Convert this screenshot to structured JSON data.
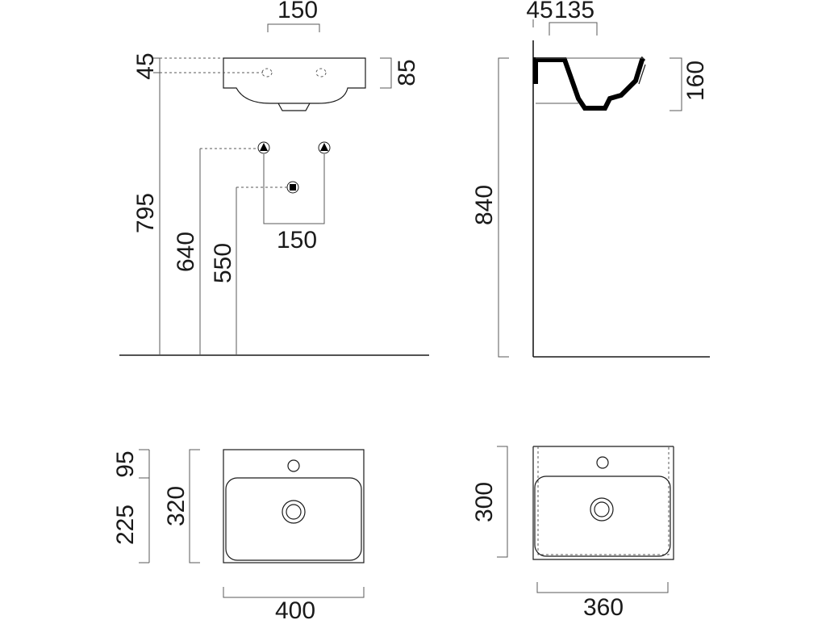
{
  "dimensions": {
    "front_tap_spacing": "150",
    "front_tap_height": "45",
    "front_basin_height": "85",
    "front_top_height": "795",
    "front_supply_height": "640",
    "front_waste_height": "550",
    "front_supply_spacing": "150",
    "side_wall_offset": "45",
    "side_bowl_depth": "135",
    "side_basin_height": "160",
    "side_top_height": "840",
    "plan_tap_depth": "95",
    "plan_bowl_depth": "225",
    "plan_total_depth": "320",
    "plan_width": "400",
    "plan2_depth": "300",
    "plan2_width": "360"
  }
}
